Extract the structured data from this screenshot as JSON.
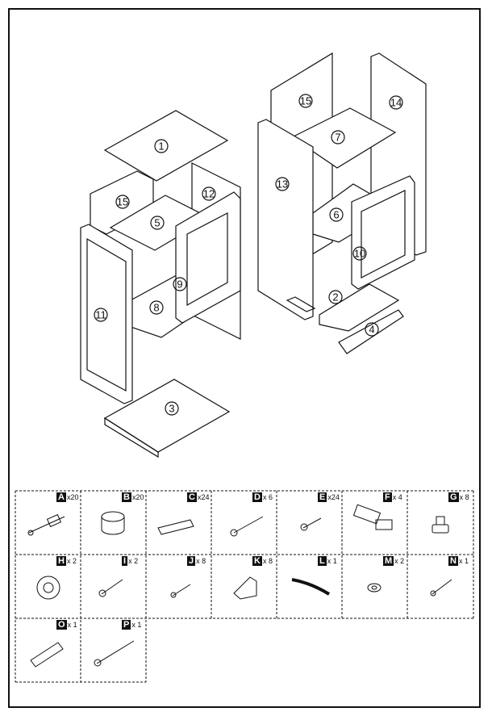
{
  "panel_numbers": [
    "1",
    "2",
    "3",
    "4",
    "5",
    "6",
    "7",
    "8",
    "9",
    "10",
    "11",
    "12",
    "13",
    "14",
    "15"
  ],
  "hardware": [
    {
      "letter": "A",
      "qty": "x20",
      "icon": "cam-bolt-icon"
    },
    {
      "letter": "B",
      "qty": "x20",
      "icon": "cam-lock-icon"
    },
    {
      "letter": "C",
      "qty": "x24",
      "icon": "wooden-dowel-icon"
    },
    {
      "letter": "D",
      "qty": "x 6",
      "icon": "long-screw-icon"
    },
    {
      "letter": "E",
      "qty": "x24",
      "icon": "short-screw-icon"
    },
    {
      "letter": "F",
      "qty": "x 4",
      "icon": "hinge-icon"
    },
    {
      "letter": "G",
      "qty": "x 8",
      "icon": "shelf-pin-icon"
    },
    {
      "letter": "H",
      "qty": "x 2",
      "icon": "knob-icon"
    },
    {
      "letter": "I",
      "qty": "x 2",
      "icon": "knob-screw-icon"
    },
    {
      "letter": "J",
      "qty": "x 8",
      "icon": "small-screw-icon"
    },
    {
      "letter": "K",
      "qty": "x 8",
      "icon": "corner-bracket-icon"
    },
    {
      "letter": "L",
      "qty": "x 1",
      "icon": "wall-strap-icon"
    },
    {
      "letter": "M",
      "qty": "x 2",
      "icon": "washer-icon"
    },
    {
      "letter": "N",
      "qty": "x 1",
      "icon": "wall-screw-icon"
    },
    {
      "letter": "O",
      "qty": "x 1",
      "icon": "wall-plug-icon"
    },
    {
      "letter": "P",
      "qty": "x 1",
      "icon": "wall-anchor-screw-icon"
    }
  ]
}
